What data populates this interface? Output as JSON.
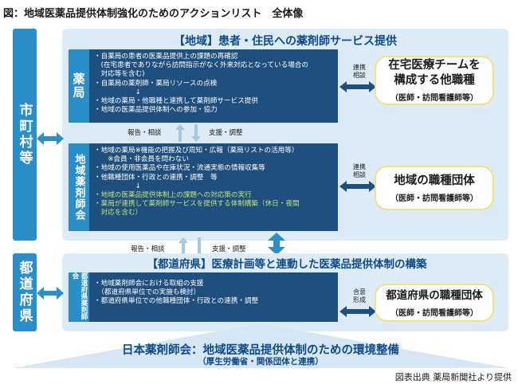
{
  "title": "図：地域医薬品提供体制強化のためのアクションリスト　全体像",
  "left_bars": {
    "municipal": "市町村等",
    "prefecture": "都道府県"
  },
  "region_panel": {
    "title": "【地域】患者・住民への薬剤師サービス提供",
    "pharmacy": {
      "label": "薬局",
      "items": [
        "・自薬局の患者の医薬品提供上の課題の再確認",
        "　(在宅患者でありながら訪問指示がなく外来対応となっている場合の",
        "　対応等を含む)",
        "・自薬局の薬剤師・薬局リソースの点検",
        "　　　　　　↓",
        "・地域の薬局・他職種と連携して薬剤師サービス提供",
        "・地域の医薬品提供体制への参加・協力"
      ]
    },
    "association": {
      "label": "地域薬剤師会",
      "items": [
        "・地域の薬局※機能の把握及び周知・広報（薬局リストの活用等）",
        "　　※会員・非会員を問わない",
        "・地域の使用医薬品や在庫状況・流通実態の情報収集等",
        "・他職種団体・行政との連携・調整　等",
        "　　　　　　↓"
      ],
      "highlight_items": [
        "・地域の医薬品提供体制上の課題への対応策の実行",
        "・薬局が連携して薬剤師サービスを提供する体制構築（休日・夜間",
        "　対応を含む）"
      ]
    },
    "right_boxes": [
      {
        "label": "連携\n相談",
        "title": "在宅医療チームを\n構成する他職種",
        "sub": "（医師・訪問看護師等）"
      },
      {
        "label": "連携\n相談",
        "title": "地域の職種団体",
        "sub": "（医師・訪問看護師等）"
      }
    ],
    "flow_labels": {
      "report": "報告・相談",
      "support": "支援・調整"
    }
  },
  "pref_panel": {
    "title": "【都道府県】医療計画等と連動した医薬品提供体制の構築",
    "association": {
      "label": "都道府県薬剤師会",
      "items": [
        "・地域薬剤師会における取組の支援",
        "　（都道府県単位での実施も検討）",
        "・都道府県単位での他職種団体・行政との連携・調整"
      ]
    },
    "right_box": {
      "label": "合意\n形成",
      "title": "都道府県の職種団体",
      "sub": "（医師・訪問看護師等）"
    },
    "flow_labels": {
      "report": "報告・相談",
      "support": "支援・調整"
    }
  },
  "bottom": {
    "title": "日本薬剤師会：地域医薬品提供体制のための環境整備",
    "sub": "（厚生労働省・関係団体と連携）"
  },
  "credit": "図表出典 薬局新聞社より提供",
  "colors": {
    "side_bar": "#2a8fc8",
    "panel": "#dcebf5",
    "dark_box": "#1f4f7e",
    "highlight_text": "#bfe27a",
    "title_text": "#0f4a8a",
    "box_border": "#f3e08a"
  }
}
